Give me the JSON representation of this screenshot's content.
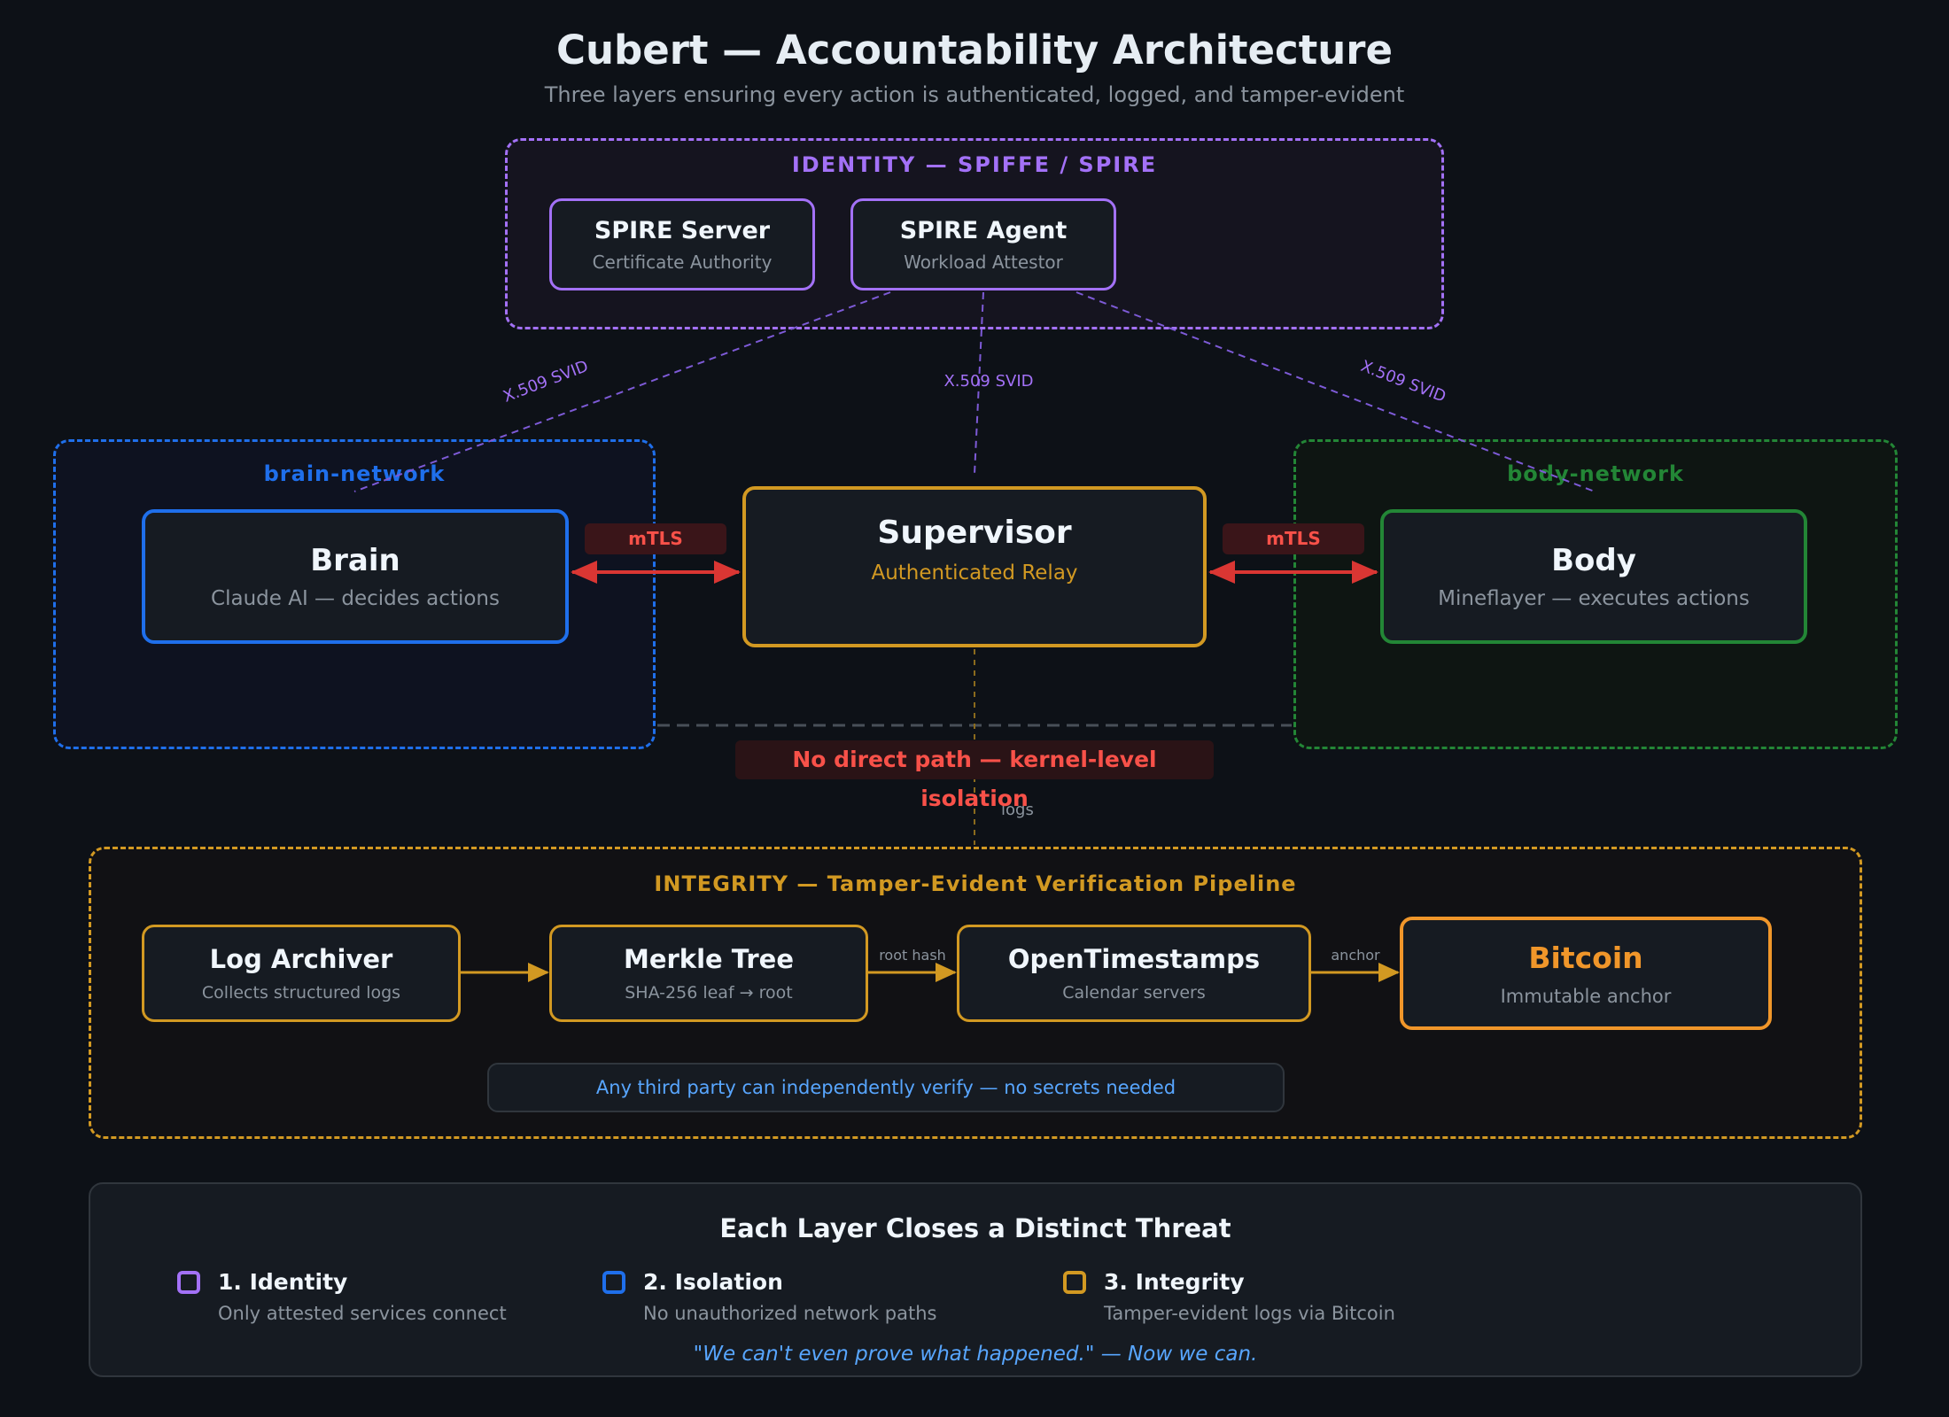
{
  "header": {
    "title": "Cubert — Accountability Architecture",
    "subtitle": "Three layers ensuring every action is authenticated, logged, and tamper-evident"
  },
  "identity": {
    "label": "IDENTITY — SPIFFE / SPIRE",
    "server": {
      "name": "SPIRE Server",
      "desc": "Certificate Authority"
    },
    "agent": {
      "name": "SPIRE Agent",
      "desc": "Workload Attestor"
    },
    "svid_label": "X.509 SVID"
  },
  "brain_network": {
    "label": "brain-network",
    "brain": {
      "name": "Brain",
      "desc": "Claude AI — decides actions"
    }
  },
  "body_network": {
    "label": "body-network",
    "body": {
      "name": "Body",
      "desc": "Mineflayer — executes actions"
    }
  },
  "supervisor": {
    "name": "Supervisor",
    "desc": "Authenticated Relay"
  },
  "links": {
    "mtls_left": "mTLS",
    "mtls_right": "mTLS",
    "isolation": "No direct path — kernel-level isolation",
    "logs": "logs",
    "root_hash": "root hash",
    "anchor": "anchor"
  },
  "integrity": {
    "label": "INTEGRITY — Tamper-Evident Verification Pipeline",
    "archiver": {
      "name": "Log Archiver",
      "desc": "Collects structured logs"
    },
    "merkle": {
      "name": "Merkle Tree",
      "desc": "SHA-256 leaf → root"
    },
    "ots": {
      "name": "OpenTimestamps",
      "desc": "Calendar servers"
    },
    "bitcoin": {
      "name": "Bitcoin",
      "desc": "Immutable anchor"
    },
    "note": "Any third party can independently verify — no secrets needed"
  },
  "threats": {
    "title": "Each Layer Closes a Distinct Threat",
    "items": [
      {
        "title": "1. Identity",
        "desc": "Only attested services connect",
        "color": "#a371f7"
      },
      {
        "title": "2. Isolation",
        "desc": "No unauthorized network paths",
        "color": "#1f6feb"
      },
      {
        "title": "3. Integrity",
        "desc": "Tamper-evident logs via Bitcoin",
        "color": "#d29922"
      }
    ],
    "quote": "\"We can't even prove what happened.\" — Now we can."
  },
  "colors": {
    "identity": "#a371f7",
    "brain": "#1f6feb",
    "body": "#238636",
    "supervisor": "#d29922",
    "mtls": "#da3633",
    "bitcoin": "#f0962a",
    "note_text": "#58a6ff"
  }
}
